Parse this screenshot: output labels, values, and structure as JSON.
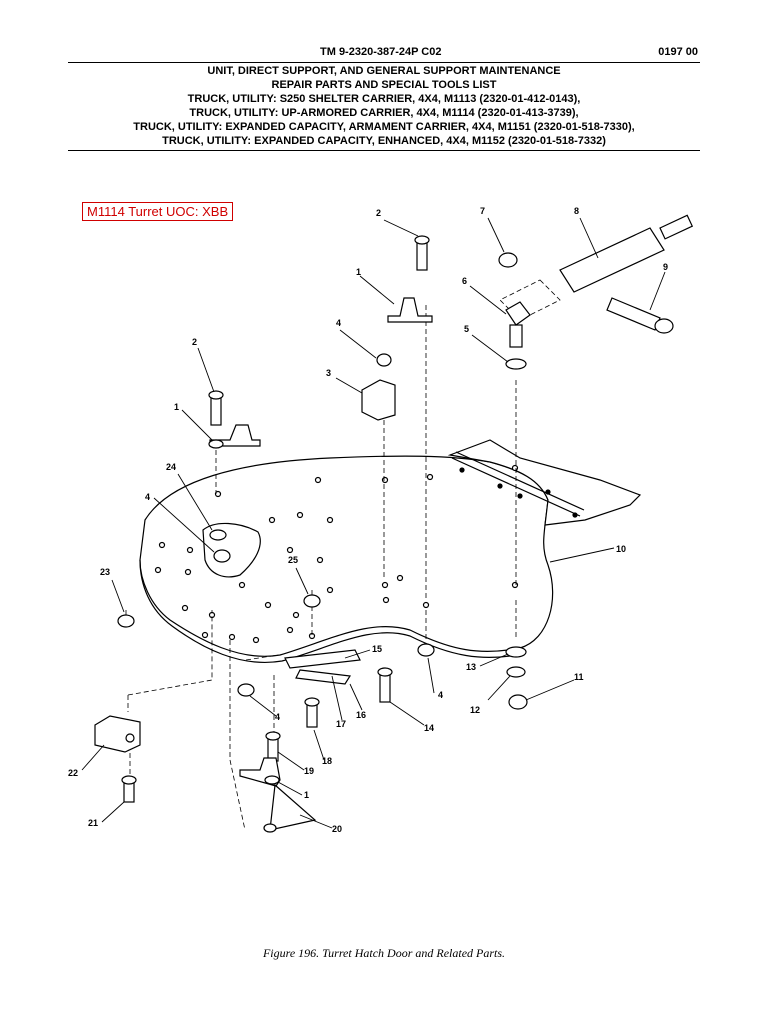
{
  "header": {
    "tm_number": "TM 9-2320-387-24P  C02",
    "work_package": "0197 00",
    "title_lines": [
      "UNIT, DIRECT SUPPORT, AND GENERAL SUPPORT MAINTENANCE",
      "REPAIR PARTS AND SPECIAL TOOLS LIST",
      "TRUCK, UTILITY: S250 SHELTER CARRIER, 4X4, M1113 (2320-01-412-0143),",
      "TRUCK, UTILITY: UP-ARMORED CARRIER, 4X4, M1114 (2320-01-413-3739),",
      "TRUCK, UTILITY: EXPANDED CAPACITY, ARMAMENT CARRIER, 4X4, M1151 (2320-01-518-7330),",
      "TRUCK, UTILITY: EXPANDED CAPACITY, ENHANCED, 4X4, M1152 (2320-01-518-7332)"
    ]
  },
  "uoc_label": "M1114 Turret UOC: XBB",
  "callouts": [
    "1",
    "2",
    "1",
    "2",
    "3",
    "4",
    "5",
    "6",
    "7",
    "8",
    "9",
    "10",
    "11",
    "12",
    "13",
    "14",
    "15",
    "16",
    "17",
    "18",
    "19",
    "1",
    "20",
    "21",
    "22",
    "23",
    "24",
    "4",
    "25",
    "4",
    "4"
  ],
  "figure_caption": "Figure 196.  Turret Hatch Door and Related Parts."
}
